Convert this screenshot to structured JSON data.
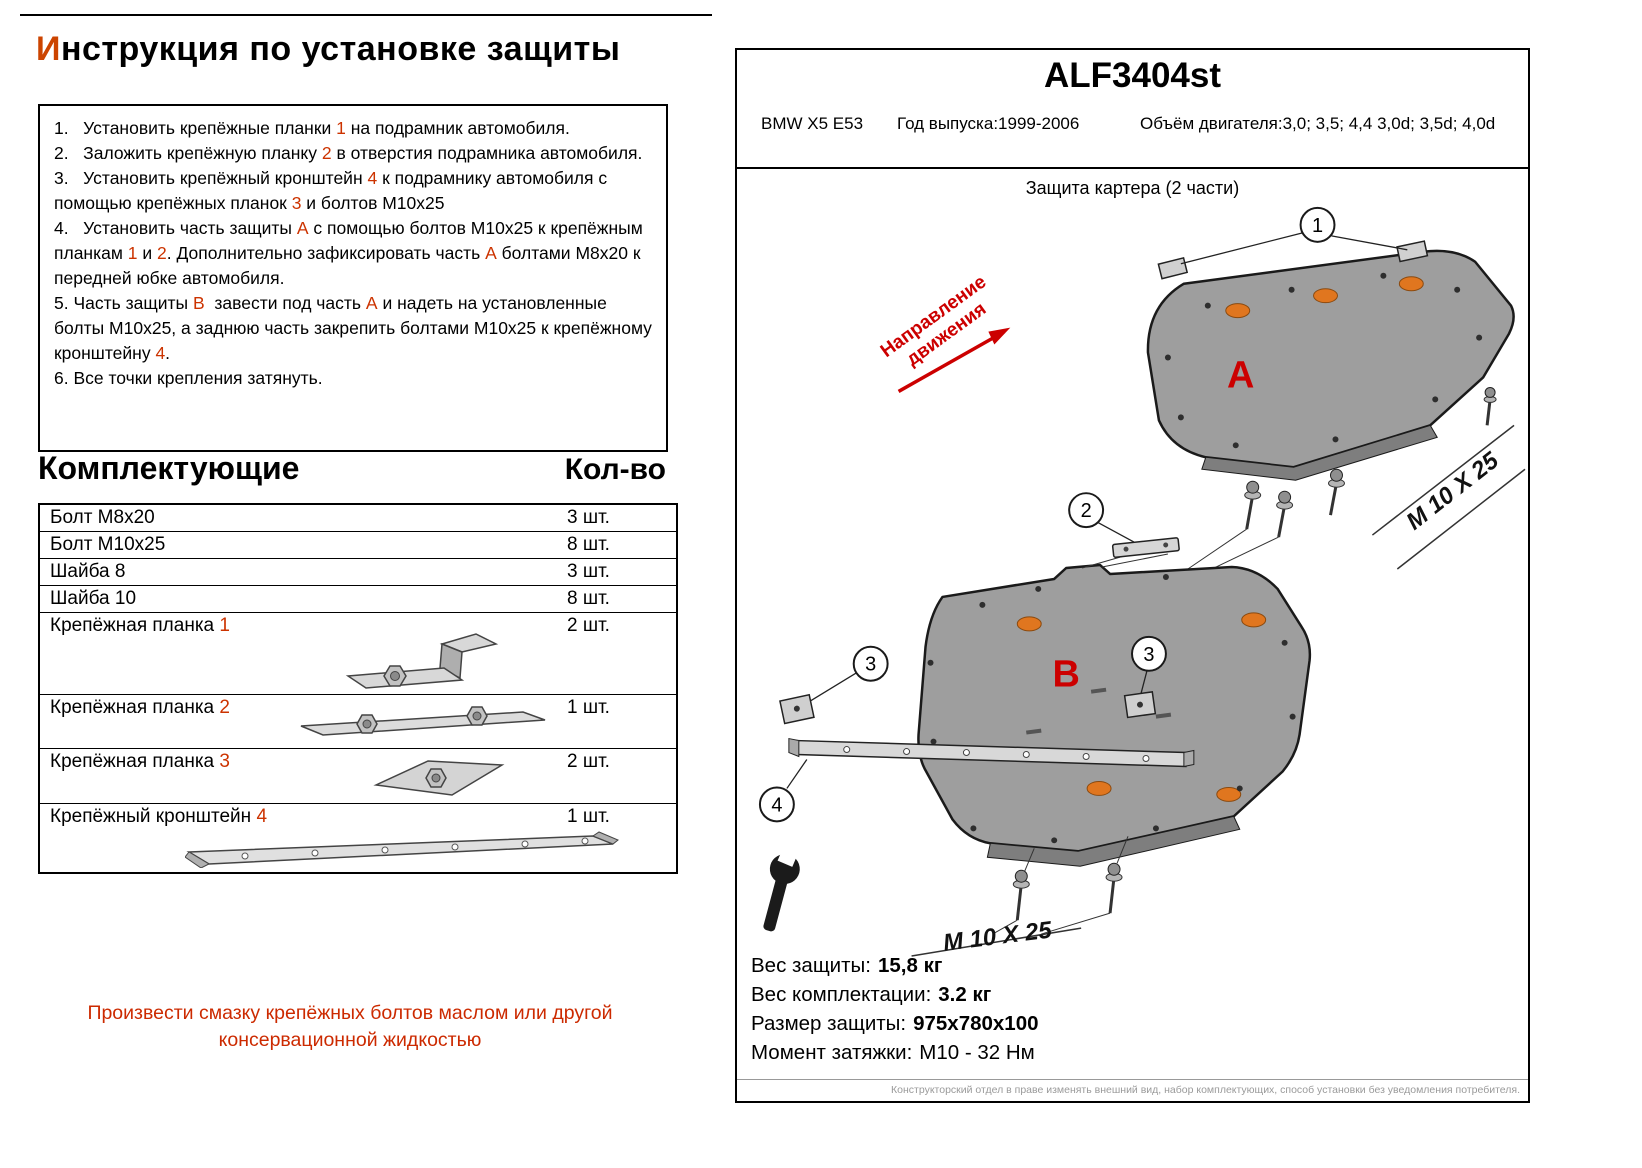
{
  "colors": {
    "accent_ref": "#cc3300",
    "note_red": "#cc2a00",
    "diagram_red": "#cc0000",
    "logo_orange": "#e0761f"
  },
  "title": {
    "first": "И",
    "rest": "нструкция по установке защиты"
  },
  "instructions": [
    {
      "s0": "1.   Установить крепёжные планки ",
      "r0": "1",
      "s1": " на подрамник автомобиля."
    },
    {
      "s0": "2.   Заложить крепёжную планку ",
      "r0": "2",
      "s1": " в отверстия подрамника автомобиля."
    },
    {
      "s0": "3.   Установить крепёжный кронштейн ",
      "r0": "4",
      "s1": " к подрамнику автомобиля с помощью крепёжных планок ",
      "r1": "3",
      "s2": " и болтов М10х25"
    },
    {
      "s0": "4.   Установить часть защиты ",
      "r0": "А",
      "s1": " с помощью болтов М10х25 к крепёжным планкам ",
      "r1": "1",
      "s2": " и ",
      "r2": "2",
      "s3": ". Дополнительно зафиксировать часть ",
      "r3": "А",
      "s4": " болтами М8х20 к передней юбке автомобиля."
    },
    {
      "s0": "5. Часть защиты ",
      "r0": "В",
      "s1": "  завести под часть ",
      "r1": "А",
      "s2": " и надеть на установленные болты М10х25, а заднюю часть закрепить болтами М10х25 к крепёжному кронштейну ",
      "r2": "4",
      "s3": "."
    },
    {
      "s0": "6. Все точки крепления затянуть."
    }
  ],
  "parts": {
    "heading": "Комплектующие",
    "qty_heading": "Кол-во",
    "rows": [
      {
        "label": "Болт М8х20",
        "num": "",
        "qty": "3 шт."
      },
      {
        "label": "Болт М10х25",
        "num": "",
        "qty": "8 шт."
      },
      {
        "label": "Шайба 8",
        "num": "",
        "qty": "3 шт."
      },
      {
        "label": "Шайба 10",
        "num": "",
        "qty": "8 шт."
      },
      {
        "label": "Крепёжная планка ",
        "num": "1",
        "qty": "2 шт."
      },
      {
        "label": "Крепёжная планка ",
        "num": "2",
        "qty": "1 шт."
      },
      {
        "label": "Крепёжная планка ",
        "num": "3",
        "qty": "2 шт."
      },
      {
        "label": "Крепёжный кронштейн ",
        "num": "4",
        "qty": "1 шт."
      }
    ]
  },
  "note": "Произвести смазку крепёжных болтов маслом или другой консервационной жидкостью",
  "panel": {
    "code": "ALF3404st",
    "vehicle": "BMW X5 E53",
    "year": "Год выпуска:1999-2006",
    "engine": "Объём двигателя:3,0; 3,5; 4,4 3,0d; 3,5d; 4,0d",
    "caption": "Защита картера (2 части)",
    "direction_line1": "Направление",
    "direction_line2": "движения",
    "part_a": "A",
    "part_b": "B",
    "bolt_label": "M 10 X 25",
    "callout_1": "1",
    "callout_2": "2",
    "callout_3": "3",
    "callout_4": "4",
    "specs": [
      {
        "label": "Вес защиты:",
        "value": "15,8 кг"
      },
      {
        "label": "Вес комплектации:",
        "value": "3.2 кг"
      },
      {
        "label": "Размер защиты:",
        "value": "975х780х100"
      },
      {
        "label": "Момент затяжки:",
        "value": "М10 - 32 Нм"
      }
    ],
    "footer": "Конструкторский отдел в праве изменять внешний вид, набор комплектующих, способ установки без уведомления потребителя."
  }
}
